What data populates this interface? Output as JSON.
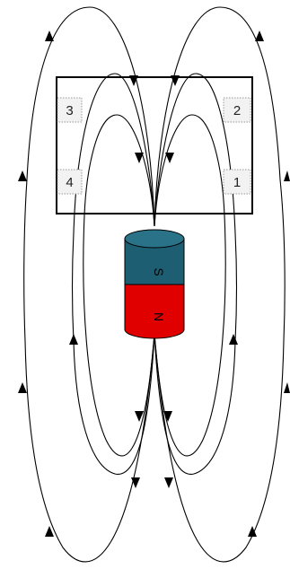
{
  "region_labels": {
    "label_1": "1",
    "label_2": "2",
    "label_3": "3",
    "label_4": "4"
  },
  "magnet": {
    "south_label": "S",
    "north_label": "N",
    "south_color": "#1d5e72",
    "south_top_color": "#2a7288",
    "north_color": "#e10000"
  },
  "colors": {
    "line": "#000000",
    "label_fill": "#f2f2f2"
  }
}
